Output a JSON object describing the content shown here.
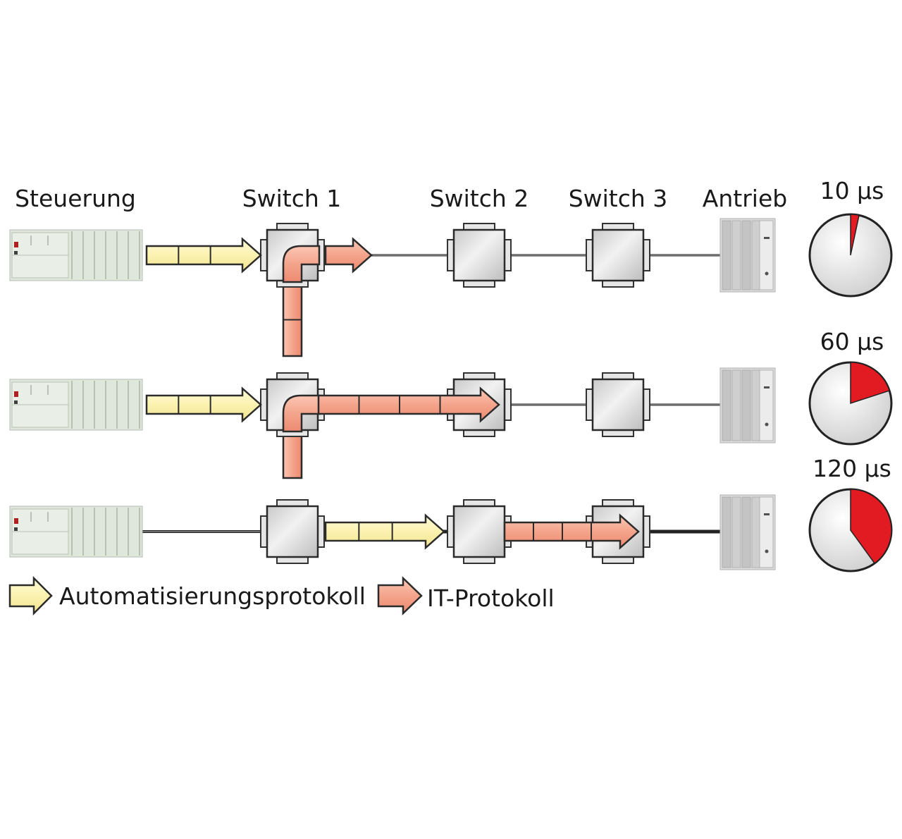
{
  "labels": {
    "controller": "Steuerung",
    "switch1": "Switch 1",
    "switch2": "Switch 2",
    "switch3": "Switch 3",
    "drive": "Antrieb"
  },
  "timers": [
    {
      "label": "10 µs",
      "value_us": 10
    },
    {
      "label": "60 µs",
      "value_us": 60
    },
    {
      "label": "120 µs",
      "value_us": 120
    }
  ],
  "legend": {
    "automation": "Automatisierungsprotokoll",
    "it": "IT-Protokoll"
  },
  "colors": {
    "automation_fill": "#fbf3b4",
    "automation_stroke": "#3a3a2a",
    "it_fill": "#f4a48c",
    "it_stroke": "#3a2a2a",
    "timer_fill": "#e21a22",
    "switch_fill": "#d9d9d9",
    "device_fill": "#dfe8dc"
  }
}
